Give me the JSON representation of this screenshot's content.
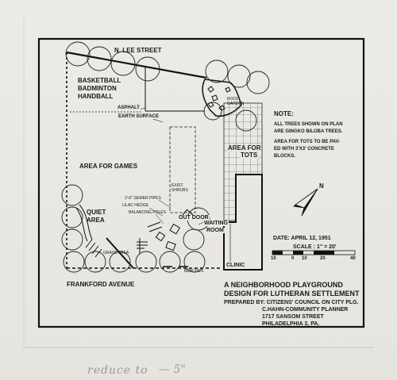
{
  "plan": {
    "street_top": "N. LEE STREET",
    "street_bottom": "FRANKFORD AVENUE",
    "courts": [
      "BASKETBALL",
      "BADMINTON",
      "HANDBALL"
    ],
    "asphalt": "ASPHALT",
    "earth_surface": "EARTH SURFACE",
    "area_for_games": "AREA FOR GAMES",
    "area_for_tots": [
      "AREA FOR",
      "TOTS"
    ],
    "quiet_area": [
      "QUIET",
      "AREA"
    ],
    "outdoor": "OUT DOOR",
    "waiting_room": [
      "WAITING",
      "ROOM"
    ],
    "clinic": "CLINIC",
    "sewer_pipes": "3'-6\" SEWER PIPES",
    "lilac_hedge": "LILAC HEDGE",
    "balancing_poles": "BALANCING POLES",
    "grass_area": "GRASS AREA",
    "benches": "BENCHES",
    "rock_garden": [
      "ROCK",
      "GARDEN"
    ],
    "exist_shrubs": [
      "EXIST.",
      "SHRUBS"
    ]
  },
  "note": {
    "heading": "NOTE:",
    "lines": [
      "ALL TREES SHOWN ON PLAN",
      "ARE GINGKO BILOBA TREES.",
      "AREA FOR TOTS TO BE PAV-",
      "ED WITH 3'X3' CONCRETE",
      "BLOCKS."
    ]
  },
  "north_arrow": {
    "label": "N"
  },
  "info": {
    "date": "DATE: APRIL 12, 1951",
    "scale": "SCALE : 1\" = 20'",
    "scale_ticks": [
      "10",
      "0",
      "10",
      "20",
      "40"
    ]
  },
  "title_block": {
    "title": [
      "A NEIGHBORHOOD PLAYGROUND",
      "DESIGN FOR LUTHERAN SETTLEMENT"
    ],
    "credits": [
      "PREPARED BY: CITIZENS' COUNCIL ON CITY PLG.",
      "C.HAHN-COMMUNITY PLANNER",
      "1717 SANSOM STREET",
      "PHILADELPHIA 3, PA."
    ]
  },
  "pencil_note": {
    "text": "reduce to",
    "dimension": "— 5\""
  }
}
